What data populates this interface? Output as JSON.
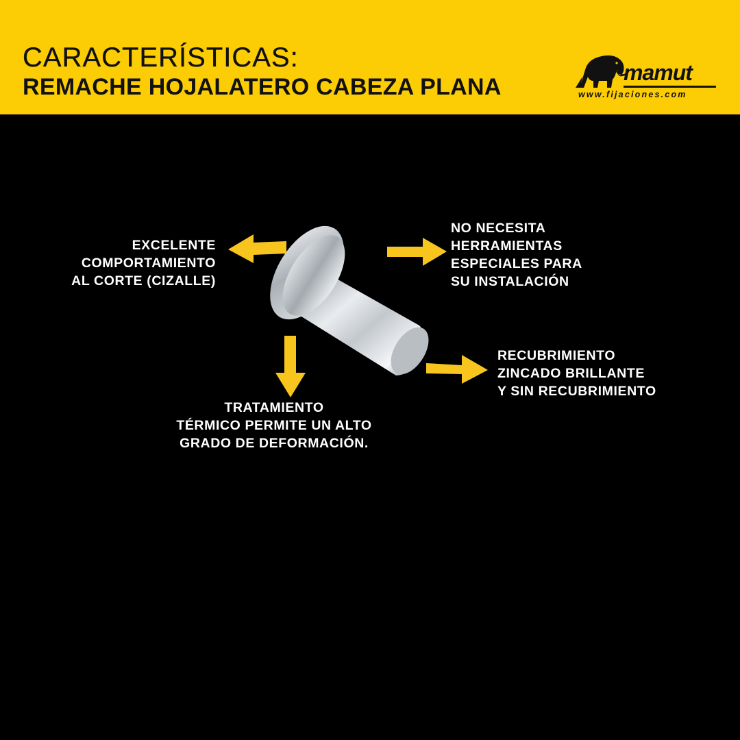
{
  "header": {
    "title_line1": "CARACTERÍSTICAS:",
    "title_line2": "REMACHE HOJALATERO CABEZA PLANA",
    "background_color": "#fccc05"
  },
  "logo": {
    "brand": "mamut",
    "url": "www.fijaciones.com",
    "icon": "mammoth-icon"
  },
  "features": {
    "left": [
      "EXCELENTE",
      "COMPORTAMIENTO",
      "AL CORTE (CIZALLE)"
    ],
    "right_top": [
      "NO NECESITA",
      "HERRAMIENTAS",
      "ESPECIALES PARA",
      "SU INSTALACIÓN"
    ],
    "right_bottom": [
      "RECUBRIMIENTO",
      "ZINCADO BRILLANTE",
      "Y SIN RECUBRIMIENTO"
    ],
    "bottom": [
      "TRATAMIENTO",
      "TÉRMICO PERMITE UN ALTO",
      "GRADO DE DEFORMACIÓN."
    ]
  },
  "colors": {
    "arrow": "#f7c51e",
    "text": "#ffffff",
    "background": "#000000"
  }
}
